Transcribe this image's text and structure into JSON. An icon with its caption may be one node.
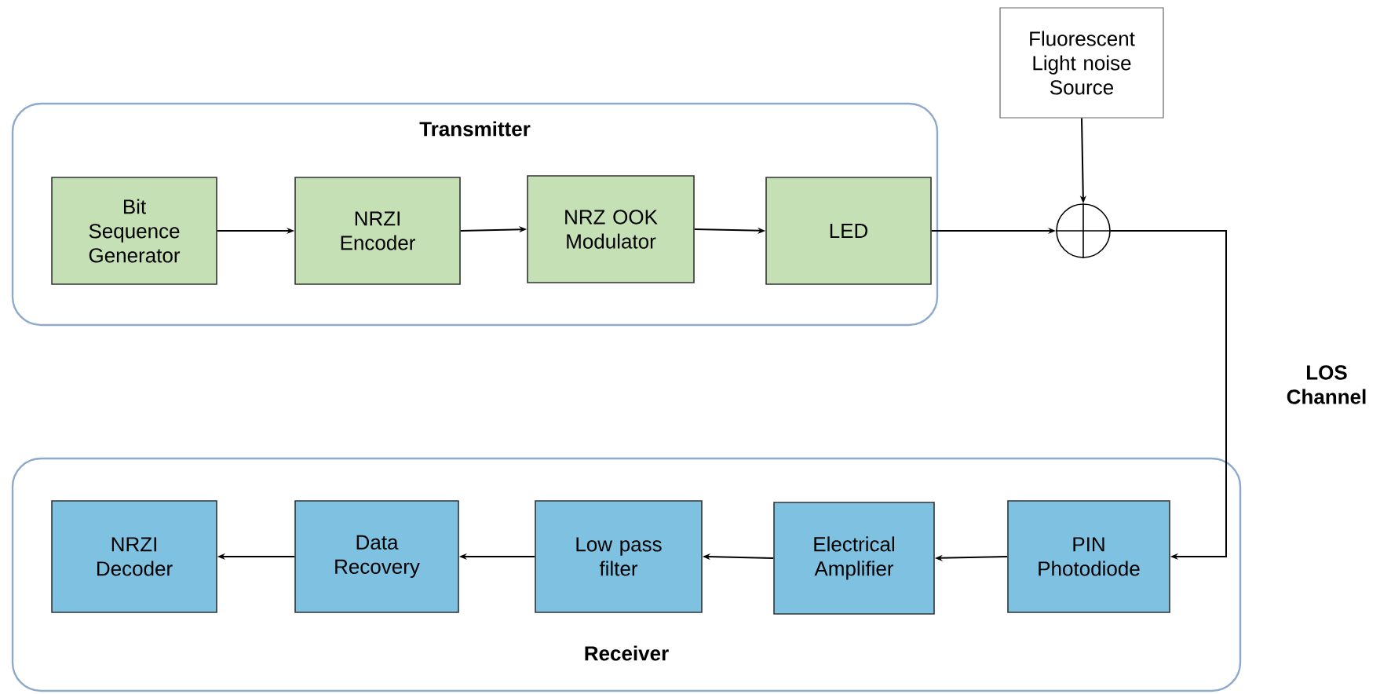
{
  "diagram": {
    "nodes": [
      {
        "text": [
          "Transmitter"
        ]
      },
      {
        "text": [
          "Bit Sequence Generator"
        ],
        "in": 0
      },
      {
        "text": [
          "NRZI Encoder"
        ],
        "in": 0
      },
      {
        "text": [
          "NRZ OOK Modulator"
        ],
        "in": 0
      },
      {
        "text": [
          "LED"
        ],
        "in": 0
      },
      {
        "text": [
          "Fluorescent Light noise Source"
        ]
      },
      {
        "text": [],
        "shape": "circle"
      },
      {
        "text": [
          "Receiver"
        ]
      },
      {
        "text": [
          "NRZI Decoder"
        ],
        "in": 7
      },
      {
        "text": [
          "Data Recovery"
        ],
        "in": 7
      },
      {
        "text": [
          "Low pass filter"
        ],
        "in": 7
      },
      {
        "text": [
          "Electrical Amplifier"
        ],
        "in": 7
      },
      {
        "text": [
          "PIN Photodiode"
        ],
        "in": 7
      }
    ],
    "edges": [
      {
        "from": 1,
        "to": 2,
        "arrow": "to"
      },
      {
        "from": 2,
        "to": 3,
        "arrow": "to"
      },
      {
        "from": 3,
        "to": 4,
        "arrow": "to"
      },
      {
        "from": 4,
        "to": 6,
        "arrow": "to"
      },
      {
        "from": 5,
        "to": 6,
        "arrow": "to"
      },
      {
        "from": 6,
        "to": 12,
        "arrow": "to",
        "label": "LOS Channel"
      },
      {
        "from": 12,
        "to": 11,
        "arrow": "to"
      },
      {
        "from": 11,
        "to": 10,
        "arrow": "to"
      },
      {
        "from": 10,
        "to": 9,
        "arrow": "to"
      },
      {
        "from": 9,
        "to": 8,
        "arrow": "to"
      }
    ]
  }
}
